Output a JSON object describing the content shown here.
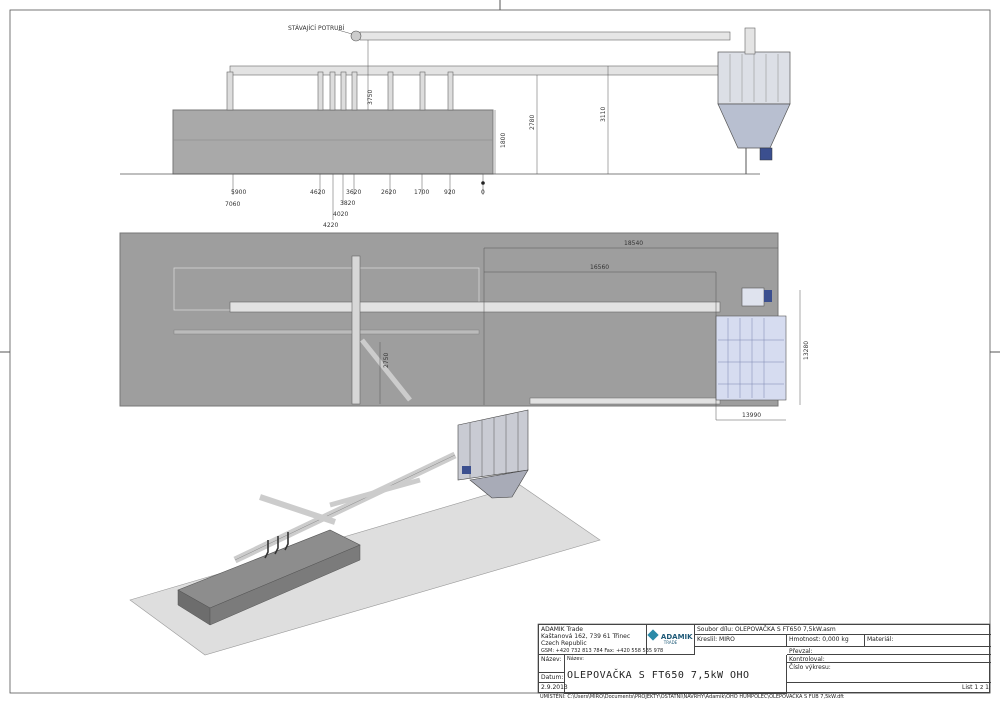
{
  "elevation": {
    "label_existing_pipe": "STÁVAJÍCÍ POTRUBÍ",
    "vertical_dims": [
      "3750",
      "1800",
      "2780",
      "3110"
    ],
    "horizontal_dims": [
      "5900",
      "7060",
      "4620",
      "4020",
      "3820",
      "4220",
      "3620",
      "2620",
      "1700",
      "920",
      "0"
    ]
  },
  "plan": {
    "dims": [
      "18540",
      "16560",
      "2750",
      "13280",
      "13990"
    ]
  },
  "title_block": {
    "company": "ADAMIK Trade",
    "address1": "Kaštanová 162, 739 61 Třinec",
    "address2": "Czech Republic",
    "phone": "GSM: +420 732 813 784  Fax: +420 558 535 978",
    "logo_text": "ADAMIK",
    "logo_sub": "TRADE",
    "file_label": "Soubor dílu: OLEPOVAČKA S FT650 7,5kW.asm",
    "drawn_label": "Kreslil: MIRO",
    "weight_label": "Hmotnost: 0,000 kg",
    "material_label": "Materiál:",
    "name_hdr": "Název:",
    "title": "OLEPOVAČKA S FT650 7,5kW OHO",
    "approved_label": "Převzal:",
    "revisions_label": "Kontroloval:",
    "drawing_no_label": "Číslo výkresu:",
    "date_label": "Datum:",
    "date": "2.9.2013",
    "sheet": "List 1 z 1",
    "path": "UMÍSTĚNÍ: C:\\Users\\MIRO\\Documents\\PROJEKTY\\OSTATNÍ\\NÁVRHY\\Adamik\\OHO HUMPOLEC\\OLEPOVAČKA S FUB 7,5kW.dft"
  }
}
